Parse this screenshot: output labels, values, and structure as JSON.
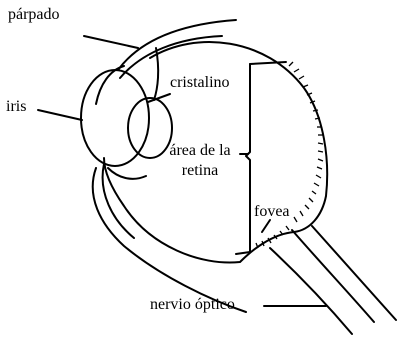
{
  "labels": {
    "eyelid": "párpado",
    "iris": "iris",
    "lens": "cristalino",
    "retina_area_line1": "área de la",
    "retina_area_line2": "retina",
    "fovea": "fovea",
    "optic_nerve": "nervio óptico"
  },
  "colors": {
    "ink": "#000000",
    "background": "#ffffff"
  }
}
